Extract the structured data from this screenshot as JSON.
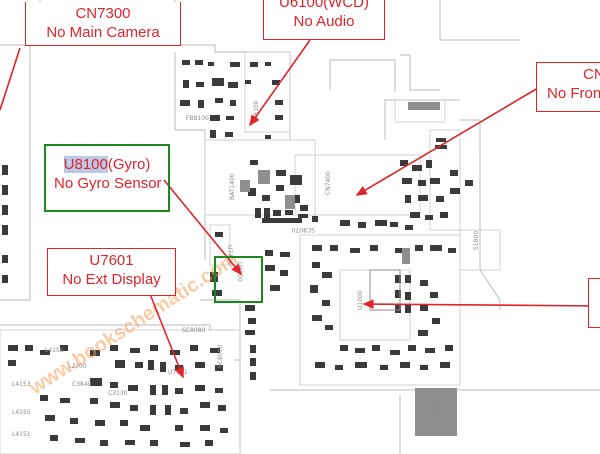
{
  "colors": {
    "annotation": "#e0242b",
    "highlight_box": "#1a8a1a",
    "text_highlight": "#b9c9e6",
    "board_line": "#c8c8c8",
    "component": "#3a3a3a",
    "label": "#8a8a8a",
    "watermark": "#f4a261"
  },
  "callouts": {
    "cn7300": {
      "line1": "CN7300",
      "line2": "No Main Camera"
    },
    "u6100": {
      "line1": "U6100(WCD)",
      "line2": "No Audio"
    },
    "cn_front": {
      "line1": "CN",
      "line2": "No Fron"
    },
    "u8100": {
      "ref": "U8100",
      "ref_suffix": "(Gyro)",
      "line2": "No Gyro Sensor"
    },
    "u7601": {
      "line1": "U7601",
      "line2": "No Ext Display"
    }
  },
  "board_labels": {
    "cn7400": "CN7400",
    "bat": "BAT1400",
    "u6100_chip": "U6100",
    "u8100_chip": "U8100",
    "u7601_chip": "U7601",
    "sc8070": "SC8070",
    "sc8080": "SC8080",
    "sc8090": "SC8090",
    "fb8100": "FB8100",
    "u7401": "U7401",
    "s1800": "S1800",
    "sa600": "SA600",
    "l4153": "L4153",
    "l4155": "L4155",
    "l4151": "L4151",
    "l4156": "L4156",
    "u1000": "U1000",
    "l2300": "L2300",
    "c3840": "C3840",
    "c3130": "C3130"
  },
  "watermark": "www.bookschematic.com"
}
